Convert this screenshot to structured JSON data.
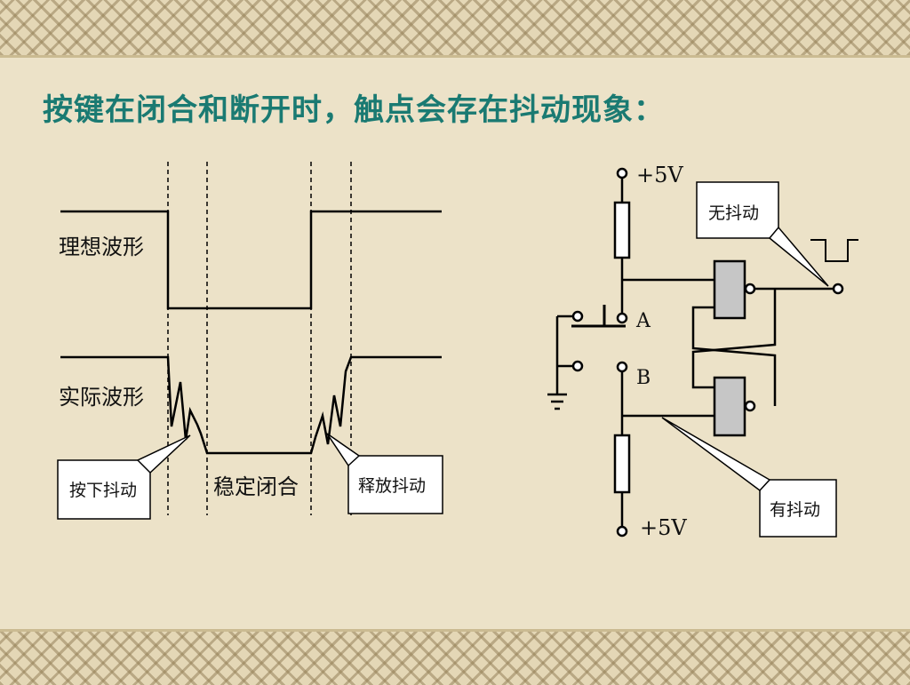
{
  "slide": {
    "title": "按键在闭合和断开时，触点会存在抖动现象："
  },
  "waveform": {
    "ideal_label": "理想波形",
    "actual_label": "实际波形",
    "press_bounce": "按下抖动",
    "stable_closed": "稳定闭合",
    "release_bounce": "释放抖动"
  },
  "circuit": {
    "vcc_top": "+5V",
    "vcc_bottom": "+5V",
    "node_a": "A",
    "node_b": "B",
    "no_bounce": "无抖动",
    "with_bounce": "有抖动"
  },
  "colors": {
    "title": "#1a7a72",
    "gate_fill": "#c6c6c6",
    "background": "#ece2c8"
  }
}
